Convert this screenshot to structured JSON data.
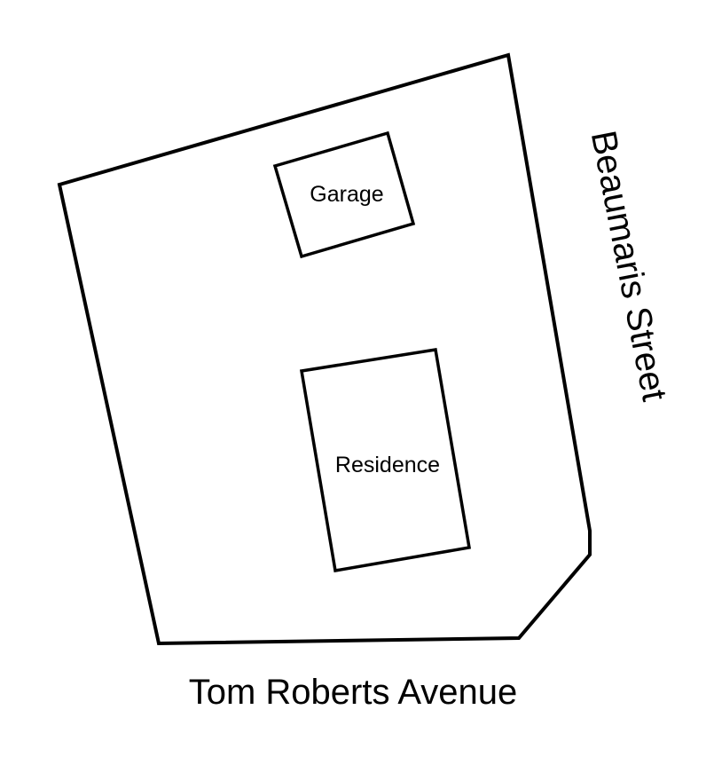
{
  "lot": {
    "buildings": [
      {
        "id": "garage",
        "label": "Garage"
      },
      {
        "id": "residence",
        "label": "Residence"
      }
    ]
  },
  "streets": {
    "bottom": "Tom Roberts Avenue",
    "right": "Beaumaris Street"
  },
  "colors": {
    "line": "#000000",
    "background": "#ffffff"
  }
}
